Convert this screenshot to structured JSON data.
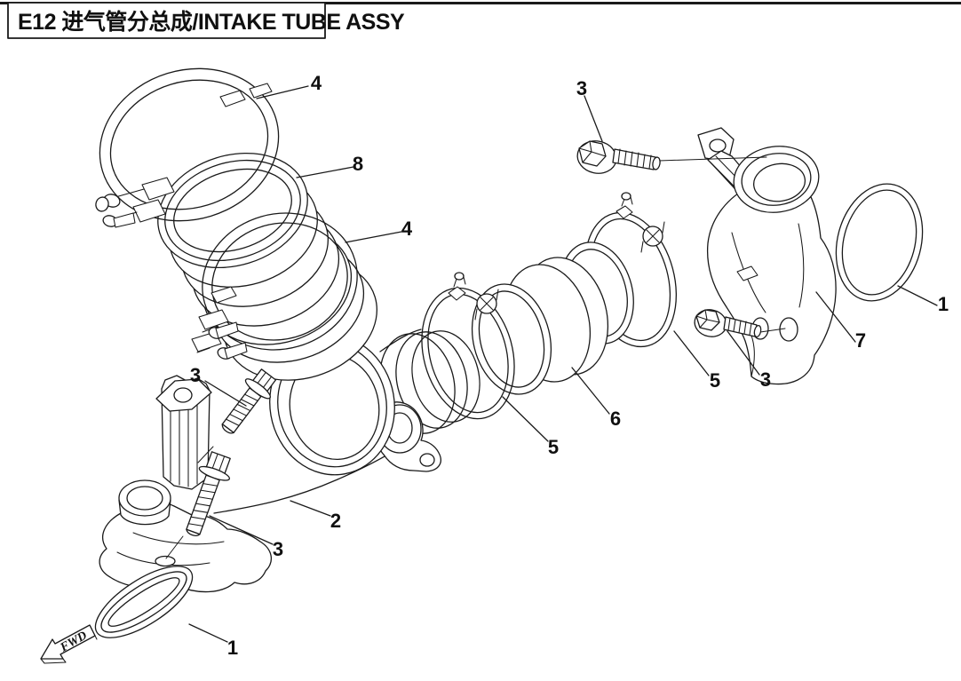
{
  "header": {
    "title": "E12 进气管分总成/INTAKE TUBE ASSY"
  },
  "direction_marker": {
    "label": "FWD"
  },
  "callouts": [
    {
      "label": "4"
    },
    {
      "label": "3"
    },
    {
      "label": "8"
    },
    {
      "label": "4"
    },
    {
      "label": "1"
    },
    {
      "label": "7"
    },
    {
      "label": "5"
    },
    {
      "label": "3"
    },
    {
      "label": "3"
    },
    {
      "label": "6"
    },
    {
      "label": "5"
    },
    {
      "label": "2"
    },
    {
      "label": "3"
    },
    {
      "label": "1"
    }
  ],
  "colors": {
    "line": "#1a1a1a",
    "background": "#ffffff"
  }
}
